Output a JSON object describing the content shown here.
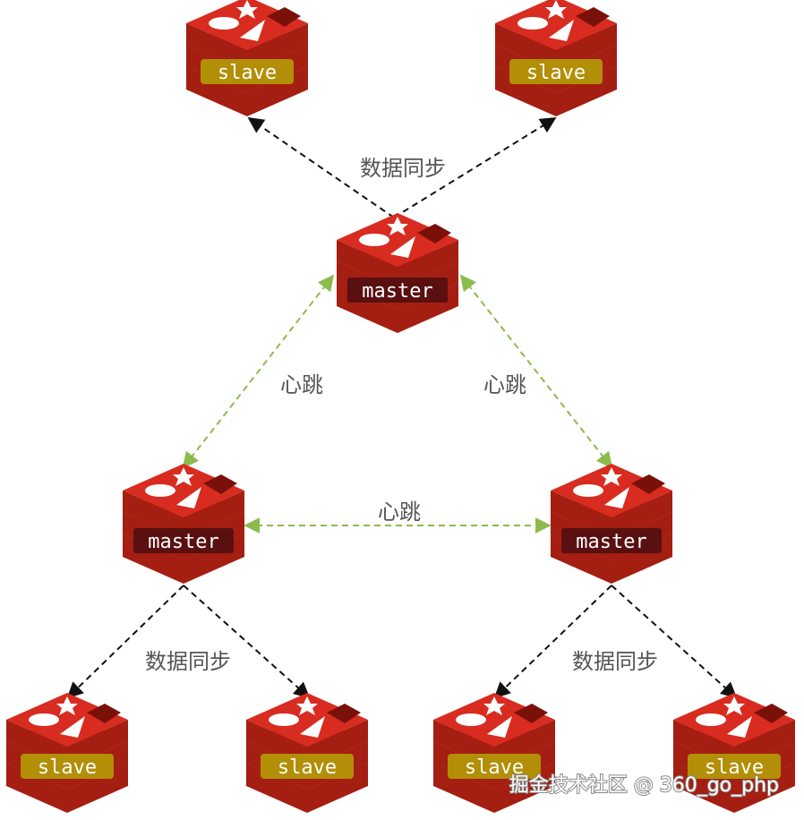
{
  "colors": {
    "redis_red": "#d82c20",
    "redis_dark": "#a41e11",
    "slave_badge": "#b28f06",
    "master_badge": "#5a1010",
    "sync_arrow": "#111111",
    "heartbeat_arrow": "#8cbb4d"
  },
  "nodes": {
    "slave_top_left": {
      "label": "slave",
      "role": "slave",
      "icon": "redis-logo-icon"
    },
    "slave_top_right": {
      "label": "slave",
      "role": "slave",
      "icon": "redis-logo-icon"
    },
    "master_top": {
      "label": "master",
      "role": "master",
      "icon": "redis-logo-icon"
    },
    "master_left": {
      "label": "master",
      "role": "master",
      "icon": "redis-logo-icon"
    },
    "master_right": {
      "label": "master",
      "role": "master",
      "icon": "redis-logo-icon"
    },
    "slave_bottom_1": {
      "label": "slave",
      "role": "slave",
      "icon": "redis-logo-icon"
    },
    "slave_bottom_2": {
      "label": "slave",
      "role": "slave",
      "icon": "redis-logo-icon"
    },
    "slave_bottom_3": {
      "label": "slave",
      "role": "slave",
      "icon": "redis-logo-icon"
    },
    "slave_bottom_4": {
      "label": "slave",
      "role": "slave",
      "icon": "redis-logo-icon"
    }
  },
  "edge_labels": {
    "sync_top": "数据同步",
    "heartbeat_left": "心跳",
    "heartbeat_right": "心跳",
    "heartbeat_middle": "心跳",
    "sync_bottom_left": "数据同步",
    "sync_bottom_right": "数据同步"
  },
  "watermark": "掘金技术社区 @ 360_go_php"
}
